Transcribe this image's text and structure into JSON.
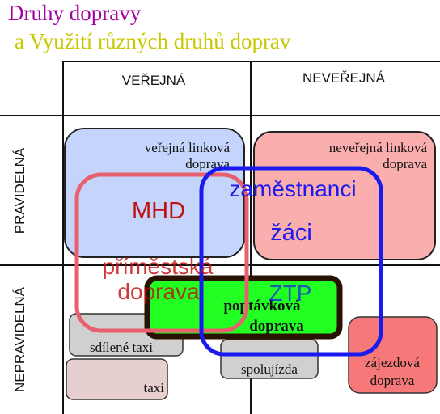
{
  "title": {
    "line1": "Druhy dopravy",
    "line2": "a Využití různých druhů doprav"
  },
  "columns": {
    "public": "VEŘEJNÁ",
    "nonpublic": "NEVEŘEJNÁ"
  },
  "rows": {
    "regular": "PRAVIDELNÁ",
    "irregular": "NEPRAVIDELNÁ"
  },
  "boxes": {
    "public_line": [
      "veřejná linková",
      "doprava"
    ],
    "nonpublic_line": [
      "neveřejná linková",
      "doprava"
    ],
    "on_demand": [
      "poptávková",
      "doprava"
    ],
    "shared_taxi": "sdílené taxi",
    "taxi": "taxi",
    "carpool": "spolujízda",
    "charter": [
      "zájezdová",
      "doprava"
    ]
  },
  "groups": {
    "mhd": "MHD",
    "suburban": [
      "příměstská",
      "doprava"
    ],
    "employees": "zaměstnanci",
    "students": "žáci",
    "ztp": "ZTP"
  },
  "colors": {
    "title_line1": "#a400a4",
    "title_line2": "#c8c800",
    "public_line_fill": "#c5d4fb",
    "nonpublic_line_fill": "#fbaeae",
    "on_demand_fill": "#22ff22",
    "gray_fill": "#d0d0d0",
    "taxi_fill": "#e7cfcf",
    "charter_fill": "#f77878",
    "suburban_stroke": "#e8606e",
    "blue_group": "#1a1aee",
    "dark_red_text": "#c01010"
  }
}
